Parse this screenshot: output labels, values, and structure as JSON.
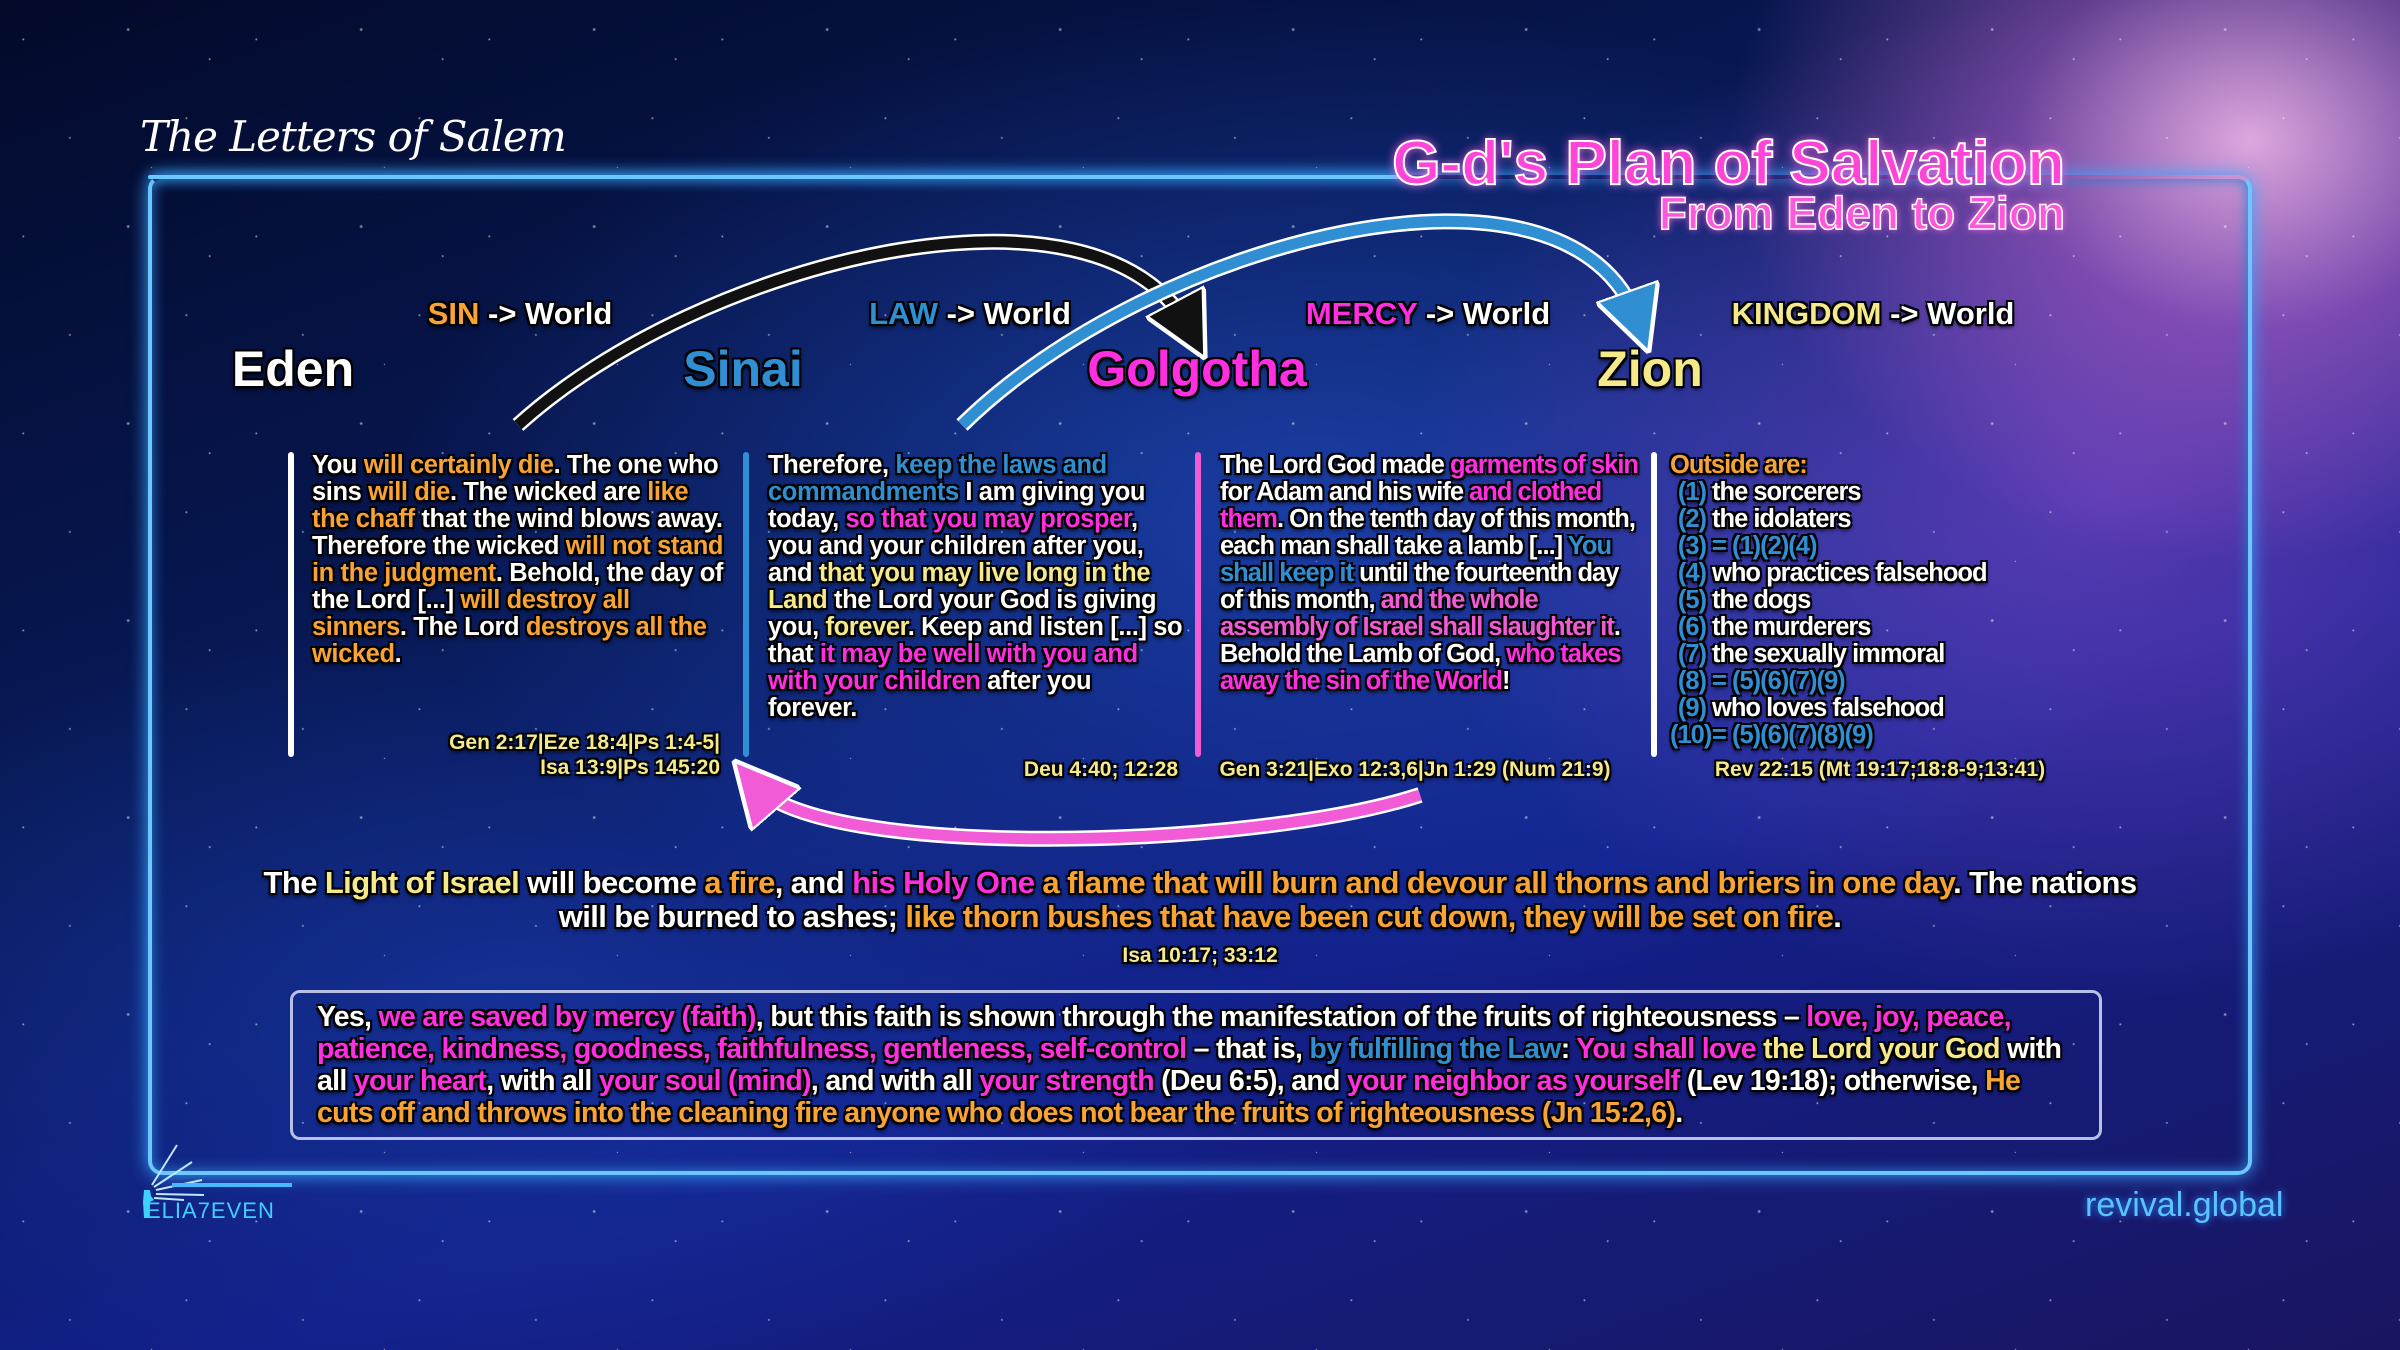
{
  "brand": "The Letters of Salem",
  "title": "G-d's Plan of Salvation",
  "subtitle": "From Eden to Zion",
  "colors": {
    "orange": "#f8a334",
    "yellow": "#f6e98a",
    "magenta": "#ff2ee0",
    "blue": "#2f8fd2",
    "frame": "#6cc6ff"
  },
  "headers": [
    {
      "keyword": "SIN",
      "rest": " -> World"
    },
    {
      "keyword": "LAW",
      "rest": " -> World"
    },
    {
      "keyword": "MERCY",
      "rest": " -> World"
    },
    {
      "keyword": "KINGDOM",
      "rest": " -> World"
    }
  ],
  "places": [
    "Eden",
    "Sinai",
    "Golgotha",
    "Zion"
  ],
  "columns": {
    "eden": {
      "segments": [
        [
          "white",
          "You "
        ],
        [
          "orange",
          "will certainly die"
        ],
        [
          "white",
          ". The one who sins "
        ],
        [
          "orange",
          "will die"
        ],
        [
          "white",
          ". The wicked are "
        ],
        [
          "orange",
          "like the chaff"
        ],
        [
          "white",
          " that the wind blows away. Therefore the wicked "
        ],
        [
          "orange",
          "will not stand in the judgment"
        ],
        [
          "white",
          ". Behold, the day of the Lord [...] "
        ],
        [
          "orange",
          "will destroy all sinners"
        ],
        [
          "white",
          ". The Lord "
        ],
        [
          "orange",
          "destroys all the wicked"
        ],
        [
          "white",
          "."
        ]
      ],
      "ref": [
        "Gen 2:17|Eze 18:4|Ps 1:4-5|",
        "Isa 13:9|Ps 145:20"
      ]
    },
    "sinai": {
      "segments": [
        [
          "white",
          "Therefore, "
        ],
        [
          "blue",
          "keep the laws and commandments"
        ],
        [
          "white",
          " I am giving you today, "
        ],
        [
          "magenta",
          "so that you may prosper"
        ],
        [
          "white",
          ", you and your children after you, and "
        ],
        [
          "yellow",
          "that you may live long in the Land"
        ],
        [
          "white",
          " the Lord your God is giving you, "
        ],
        [
          "yellow",
          "forever"
        ],
        [
          "white",
          ". Keep and listen [...] so that "
        ],
        [
          "magenta",
          "it may be well with you and with your children"
        ],
        [
          "white",
          " after you forever."
        ]
      ],
      "ref": [
        "Deu 4:40; 12:28"
      ]
    },
    "golgotha": {
      "segments": [
        [
          "white",
          "The Lord God made "
        ],
        [
          "magenta",
          "garments of skin"
        ],
        [
          "white",
          " for Adam and his wife "
        ],
        [
          "magenta",
          "and clothed them"
        ],
        [
          "white",
          ". On the tenth day of this month, each man shall take a lamb [...] "
        ],
        [
          "blue",
          "You shall keep it"
        ],
        [
          "white",
          " until the fourteenth day of this month, "
        ],
        [
          "pink",
          "and the whole assembly of Israel shall slaughter it"
        ],
        [
          "white",
          ". Behold the Lamb of God, "
        ],
        [
          "magenta",
          "who takes away the sin of the World"
        ],
        [
          "white",
          "!"
        ]
      ],
      "ref": [
        "Gen 3:21|Exo 12:3,6|Jn 1:29 (Num 21:9)"
      ]
    },
    "zion": {
      "heading": "Outside are:",
      "items": [
        [
          "(1)",
          "the sorcerers"
        ],
        [
          "(2)",
          "the idolaters"
        ],
        [
          "(3)",
          "= (1)(2)(4)"
        ],
        [
          "(4)",
          "who practices falsehood"
        ],
        [
          "(5)",
          "the dogs"
        ],
        [
          "(6)",
          "the murderers"
        ],
        [
          "(7)",
          "the sexually immoral"
        ],
        [
          "(8)",
          "= (5)(6)(7)(9)"
        ],
        [
          "(9)",
          "who loves falsehood"
        ],
        [
          "(10)",
          "= (5)(6)(7)(8)(9)"
        ]
      ],
      "ref": [
        "Rev 22:15 (Mt 19:17;18:8-9;13:41)"
      ]
    }
  },
  "isaiah": {
    "segments": [
      [
        "white",
        "The "
      ],
      [
        "yellow",
        "Light of Israel"
      ],
      [
        "white",
        " will become "
      ],
      [
        "orange",
        "a fire"
      ],
      [
        "white",
        ", and "
      ],
      [
        "magenta",
        "his Holy One"
      ],
      [
        "orange",
        " a flame that will burn and devour all thorns and briers in one day"
      ],
      [
        "white",
        ". The nations will be burned to ashes; "
      ],
      [
        "orange",
        "like thorn bushes that have been cut down, they will be set on fire"
      ],
      [
        "white",
        "."
      ]
    ],
    "ref": "Isa 10:17; 33:12"
  },
  "summary": {
    "segments": [
      [
        "white",
        "Yes, "
      ],
      [
        "magenta",
        "we are saved by mercy (faith)"
      ],
      [
        "white",
        ", but this faith is shown through the manifestation of the fruits of righteousness – "
      ],
      [
        "magenta",
        "love, joy, peace, patience, kindness, goodness, faithfulness, gentleness, self-control"
      ],
      [
        "white",
        " – that is, "
      ],
      [
        "blue",
        "by fulfilling the Law"
      ],
      [
        "white",
        ": "
      ],
      [
        "magenta",
        "You shall love"
      ],
      [
        "yellow",
        " the Lord your God"
      ],
      [
        "white",
        " with all "
      ],
      [
        "magenta",
        "your heart"
      ],
      [
        "white",
        ", with all "
      ],
      [
        "magenta",
        "your soul (mind)"
      ],
      [
        "white",
        ", and with all "
      ],
      [
        "magenta",
        "your strength"
      ],
      [
        "white",
        " (Deu 6:5), and "
      ],
      [
        "magenta",
        "your neighbor as yourself"
      ],
      [
        "white",
        " (Lev 19:18); otherwise, "
      ],
      [
        "orange",
        "He cuts off and throws into the cleaning fire anyone who does not bear the fruits of righteousness (Jn 15:2,6)"
      ],
      [
        "white",
        "."
      ]
    ]
  },
  "footer": {
    "logo": "ELIA7EVEN",
    "site": "revival.global"
  }
}
